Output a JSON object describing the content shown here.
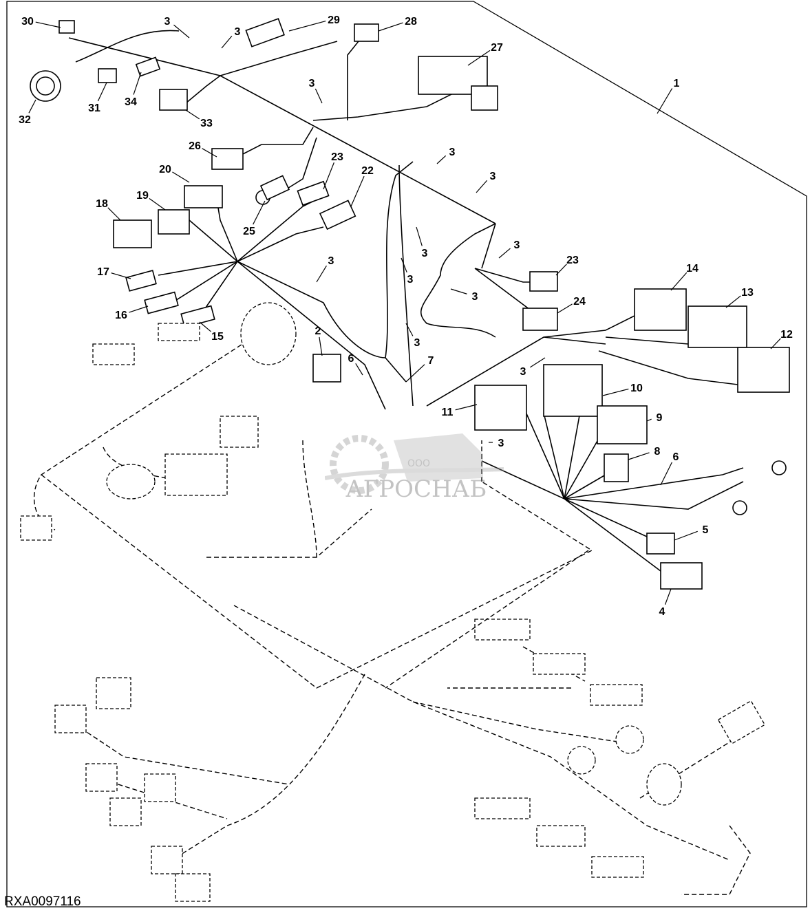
{
  "diagram": {
    "figure_id": "RXA0097116",
    "watermark": {
      "company_prefix": "ООО",
      "company_name": "АГРОСНАБ"
    },
    "callouts": [
      "30",
      "3",
      "3",
      "29",
      "28",
      "27",
      "1",
      "32",
      "31",
      "34",
      "33",
      "3",
      "26",
      "20",
      "23",
      "22",
      "3",
      "3",
      "18",
      "19",
      "25",
      "3",
      "3",
      "3",
      "3",
      "23",
      "17",
      "3",
      "24",
      "14",
      "13",
      "16",
      "15",
      "3",
      "12",
      "2",
      "6",
      "7",
      "3",
      "10",
      "11",
      "9",
      "8",
      "3",
      "6",
      "5",
      "4"
    ]
  }
}
